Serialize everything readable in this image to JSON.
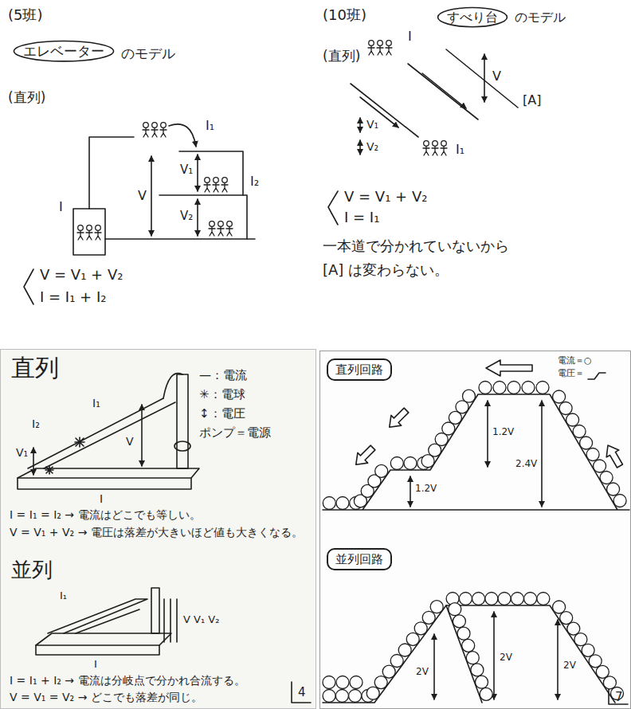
{
  "diagram": {
    "nodes": [
      {
        "text": [
          "エレベーター"
        ]
      },
      {
        "text": [
          "すべり台"
        ]
      },
      {
        "text": [
          "直列回路"
        ]
      },
      {
        "text": [
          "並列回路"
        ]
      }
    ],
    "labels": [
      "(5班)",
      "のモデル",
      "(直列)",
      "I₁",
      "V₁",
      "I",
      "V",
      "I₂",
      "V₂",
      "V = V₁ + V₂",
      "I = I₁ + I₂",
      "(10班)",
      "のモデル",
      "(直列)",
      "I",
      "V",
      "[A]",
      "V₁",
      "V₂",
      "I₁",
      "V = V₁ + V₂",
      "I = I₁",
      "一本道で分かれていないから",
      "[A] は変わらない。",
      "直列",
      "—：電流",
      "✳：電球",
      "↕：電圧",
      "ポンプ＝電源",
      "I₁",
      "I₂",
      "V₁",
      "V",
      "I",
      "I = I₁ = I₂ → 電流はどこでも等しい。",
      "V = V₁ + V₂ → 電圧は落差が大きいほど値も大きくなる。",
      "並列",
      "I₁",
      "V V₁ V₂",
      "I",
      "I = I₁ + I₂ → 電流は分岐点で分かれ合流する。",
      "V = V₁ = V₂ → どこでも落差が同じ。",
      "4",
      "電流＝○",
      "電圧＝",
      "1.2V",
      "2.4V",
      "1.2V",
      "2V",
      "2V",
      "2V",
      "7"
    ]
  }
}
